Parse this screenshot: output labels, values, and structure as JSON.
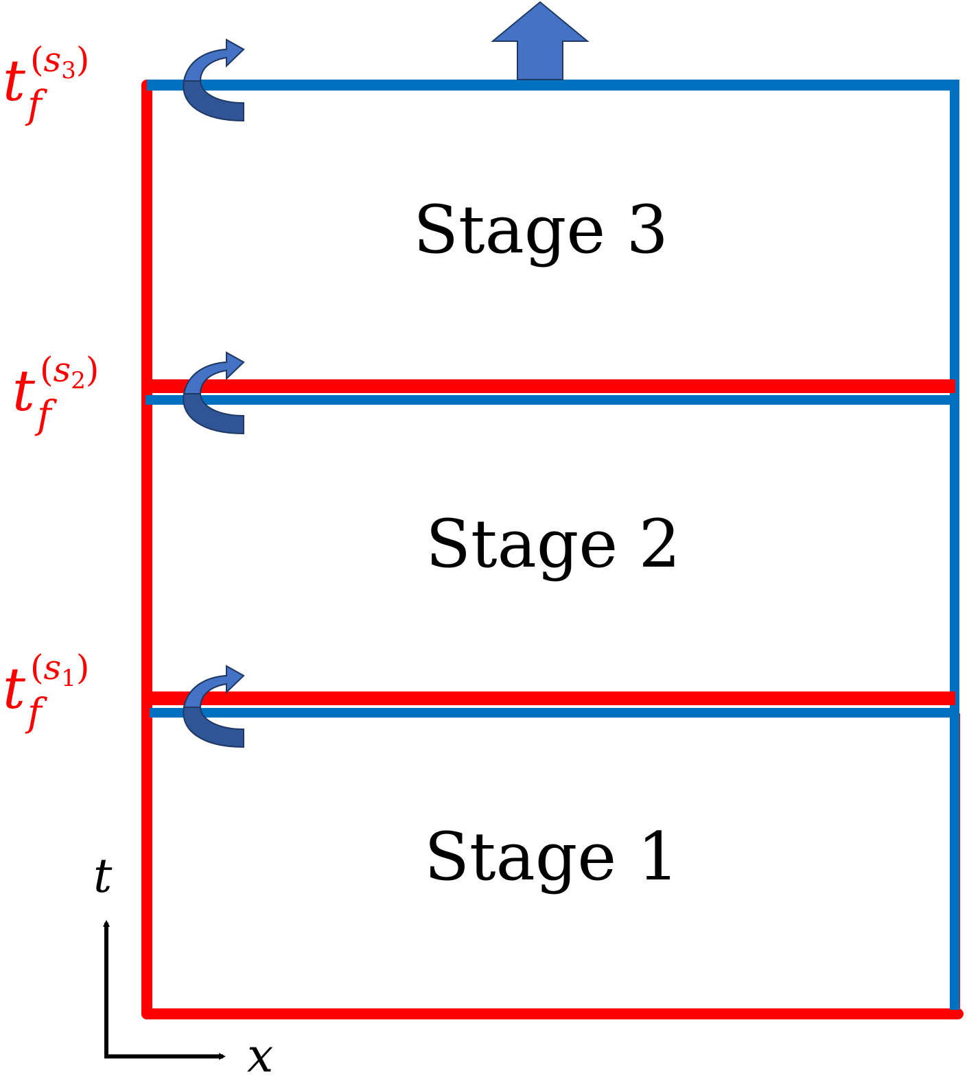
{
  "colors": {
    "red": "#ff0000",
    "blue": "#0070c0",
    "arrow_fill": "#4472c4",
    "arrow_dark": "#2f5597",
    "arrow_stroke": "#1f3864",
    "axis": "#000000"
  },
  "stages": [
    {
      "label": "Stage 3"
    },
    {
      "label": "Stage 2"
    },
    {
      "label": "Stage 1"
    }
  ],
  "time_markers": [
    {
      "main": "t",
      "sub": "f",
      "sup_open": "(",
      "sup_var": "s",
      "sup_index": "3",
      "sup_close": ")"
    },
    {
      "main": "t",
      "sub": "f",
      "sup_open": "(",
      "sup_var": "s",
      "sup_index": "2",
      "sup_close": ")"
    },
    {
      "main": "t",
      "sub": "f",
      "sup_open": "(",
      "sup_var": "s",
      "sup_index": "1",
      "sup_close": ")"
    }
  ],
  "axes": {
    "vertical_label": "t",
    "horizontal_label": "x"
  },
  "icons": {
    "transfer_arrow": "curved-arrow-icon",
    "output_arrow": "up-arrow-icon"
  }
}
